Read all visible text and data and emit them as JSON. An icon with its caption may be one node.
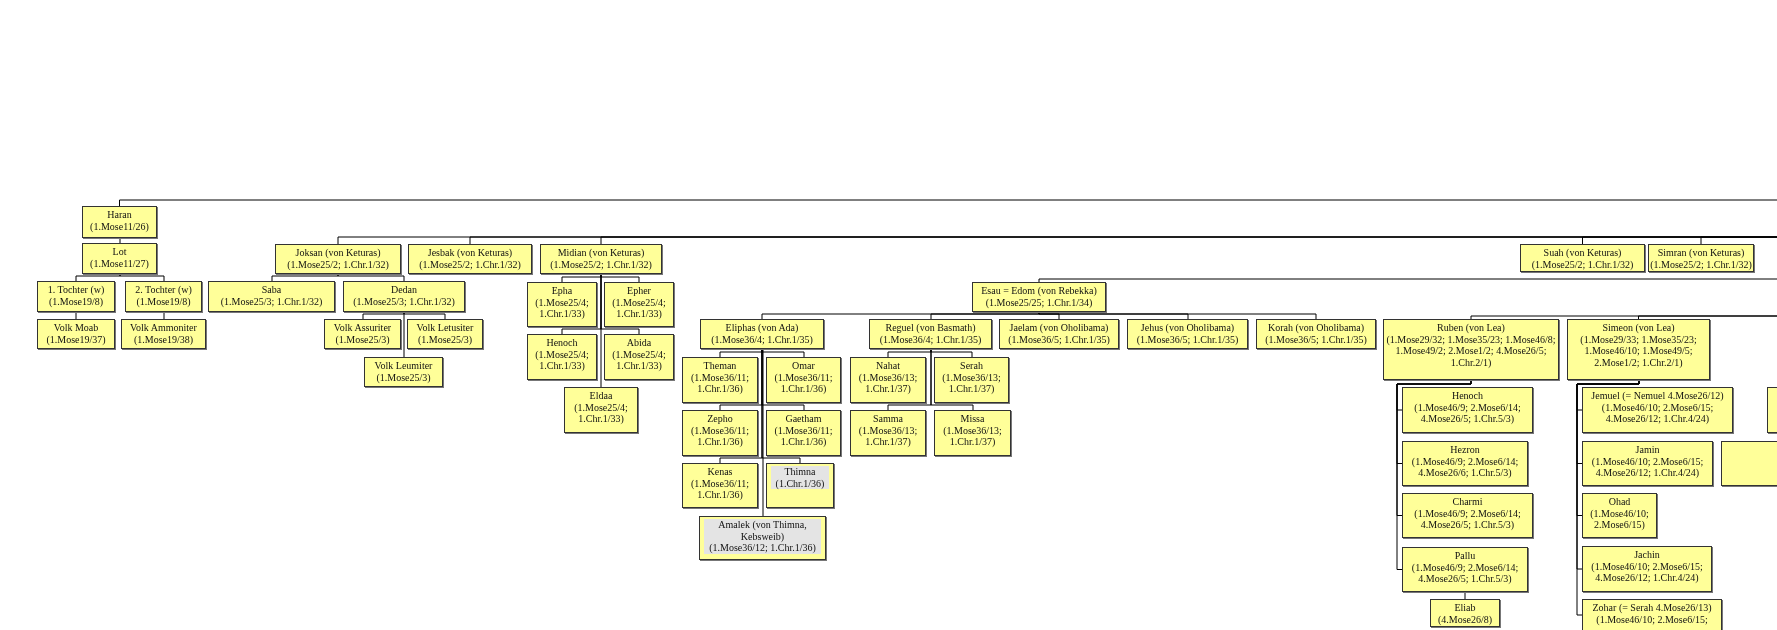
{
  "diagram": {
    "nodes": [
      {
        "text": [
          "Haran",
          "(1.Mose11/26)"
        ]
      },
      {
        "text": [
          "Lot",
          "(1.Mose11/27)"
        ]
      },
      {
        "text": [
          "1. Tochter (w)",
          "(1.Mose19/8)"
        ]
      },
      {
        "text": [
          "2. Tochter (w)",
          "(1.Mose19/8)"
        ]
      },
      {
        "text": [
          "Volk Moab",
          "(1.Mose19/37)"
        ]
      },
      {
        "text": [
          "Volk Ammoniter",
          "(1.Mose19/38)"
        ]
      },
      {
        "text": [
          "Joksan (von Keturas)",
          "(1.Mose25/2; 1.Chr.1/32)"
        ]
      },
      {
        "text": [
          "Jesbak (von Keturas)",
          "(1.Mose25/2; 1.Chr.1/32)"
        ]
      },
      {
        "text": [
          "Midian (von Keturas)",
          "(1.Mose25/2; 1.Chr.1/32)"
        ]
      },
      {
        "text": [
          "Suah (von Keturas)",
          "(1.Mose25/2; 1.Chr.1/32)"
        ]
      },
      {
        "text": [
          "Simran (von Keturas)",
          "(1.Mose25/2; 1.Chr.1/32)"
        ]
      },
      {
        "text": [
          "Saba",
          "(1.Mose25/3; 1.Chr.1/32)"
        ]
      },
      {
        "text": [
          "Dedan",
          "(1.Mose25/3; 1.Chr.1/32)"
        ]
      },
      {
        "text": [
          "Epha",
          "(1.Mose25/4; 1.Chr.1/33)"
        ]
      },
      {
        "text": [
          "Epher",
          "(1.Mose25/4; 1.Chr.1/33)"
        ]
      },
      {
        "text": [
          "Esau = Edom (von Rebekka)",
          "(1.Mose25/25; 1.Chr.1/34)"
        ]
      },
      {
        "text": [
          "Volk Assuriter",
          "(1.Mose25/3)"
        ]
      },
      {
        "text": [
          "Volk Letusiter",
          "(1.Mose25/3)"
        ]
      },
      {
        "text": [
          "Volk Leumiter",
          "(1.Mose25/3)"
        ]
      },
      {
        "text": [
          "Henoch",
          "(1.Mose25/4; 1.Chr.1/33)"
        ]
      },
      {
        "text": [
          "Abida",
          "(1.Mose25/4; 1.Chr.1/33)"
        ]
      },
      {
        "text": [
          "Eldaa",
          "(1.Mose25/4; 1.Chr.1/33)"
        ]
      },
      {
        "text": [
          "Eliphas (von Ada)",
          "(1.Mose36/4; 1.Chr.1/35)"
        ]
      },
      {
        "text": [
          "Reguel (von Basmath)",
          "(1.Mose36/4; 1.Chr.1/35)"
        ]
      },
      {
        "text": [
          "Jaelam (von Oholibama)",
          "(1.Mose36/5; 1.Chr.1/35)"
        ]
      },
      {
        "text": [
          "Jehus (von Oholibama)",
          "(1.Mose36/5; 1.Chr.1/35)"
        ]
      },
      {
        "text": [
          "Korah (von Oholibama)",
          "(1.Mose36/5; 1.Chr.1/35)"
        ]
      },
      {
        "text": [
          "Ruben (von Lea)",
          "(1.Mose29/32; 1.Mose35/23; 1.Mose46/8; 1.Mose49/2; 2.Mose1/2; 4.Mose26/5; 1.Chr.2/1)"
        ]
      },
      {
        "text": [
          "Simeon (von Lea)",
          "(1.Mose29/33; 1.Mose35/23; 1.Mose46/10; 1.Mose49/5; 2.Mose1/2; 1.Chr.2/1)"
        ]
      },
      {
        "text": [
          "Theman",
          "(1.Mose36/11; 1.Chr.1/36)"
        ]
      },
      {
        "text": [
          "Omar",
          "(1.Mose36/11; 1.Chr.1/36)"
        ]
      },
      {
        "text": [
          "Nahat",
          "(1.Mose36/13; 1.Chr.1/37)"
        ]
      },
      {
        "text": [
          "Serah",
          "(1.Mose36/13; 1.Chr.1/37)"
        ]
      },
      {
        "text": [
          "Zepho",
          "(1.Mose36/11; 1.Chr.1/36)"
        ]
      },
      {
        "text": [
          "Gaetham",
          "(1.Mose36/11; 1.Chr.1/36)"
        ]
      },
      {
        "text": [
          "Samma",
          "(1.Mose36/13; 1.Chr.1/37)"
        ]
      },
      {
        "text": [
          "Missa",
          "(1.Mose36/13; 1.Chr.1/37)"
        ]
      },
      {
        "text": [
          "Kenas",
          "(1.Mose36/11; 1.Chr.1/36)"
        ]
      },
      {
        "text": [
          "Thimna",
          "(1.Chr.1/36)"
        ]
      },
      {
        "text": [
          "Amalek (von Thimna, Kebsweib)",
          "(1.Mose36/12; 1.Chr.1/36)"
        ]
      },
      {
        "text": [
          "Henoch",
          "(1.Mose46/9; 2.Mose6/14; 4.Mose26/5; 1.Chr.5/3)"
        ]
      },
      {
        "text": [
          "Jemuel (= Nemuel 4.Mose26/12)",
          "(1.Mose46/10; 2.Mose6/15; 4.Mose26/12; 1.Chr.4/24)"
        ]
      },
      {
        "text": [],
        "shape": "box"
      },
      {
        "text": [
          "Hezron",
          "(1.Mose46/9; 2.Mose6/14; 4.Mose26/6; 1.Chr.5/3)"
        ]
      },
      {
        "text": [
          "Jamin",
          "(1.Mose46/10; 2.Mose6/15; 4.Mose26/12; 1.Chr.4/24)"
        ]
      },
      {
        "text": [],
        "shape": "box"
      },
      {
        "text": [
          "Charmi",
          "(1.Mose46/9; 2.Mose6/14; 4.Mose26/5; 1.Chr.5/3)"
        ]
      },
      {
        "text": [
          "Ohad",
          "(1.Mose46/10; 2.Mose6/15)"
        ]
      },
      {
        "text": [
          "Pallu",
          "(1.Mose46/9; 2.Mose6/14; 4.Mose26/5; 1.Chr.5/3)"
        ]
      },
      {
        "text": [
          "Jachin",
          "(1.Mose46/10; 2.Mose6/15; 4.Mose26/12; 1.Chr.4/24)"
        ]
      },
      {
        "text": [
          "Eliab",
          "(4.Mose26/8)"
        ]
      },
      {
        "text": [
          "Zohar (= Serah 4.Mose26/13)",
          "(1.Mose46/10; 2.Mose6/15;"
        ]
      }
    ],
    "edges": [
      {
        "from": null,
        "to": 0,
        "arrow": "none"
      },
      {
        "from": 0,
        "to": 1,
        "arrow": "none"
      },
      {
        "from": 1,
        "to": 2,
        "arrow": "none"
      },
      {
        "from": 1,
        "to": 3,
        "arrow": "none"
      },
      {
        "from": 2,
        "to": 4,
        "arrow": "none"
      },
      {
        "from": 3,
        "to": 5,
        "arrow": "none"
      },
      {
        "from": null,
        "to": 6,
        "arrow": "none"
      },
      {
        "from": null,
        "to": 7,
        "arrow": "none"
      },
      {
        "from": null,
        "to": 8,
        "arrow": "none"
      },
      {
        "from": null,
        "to": 9,
        "arrow": "none"
      },
      {
        "from": null,
        "to": 10,
        "arrow": "none"
      },
      {
        "from": 6,
        "to": 11,
        "arrow": "none"
      },
      {
        "from": 6,
        "to": 12,
        "arrow": "none"
      },
      {
        "from": 12,
        "to": 16,
        "arrow": "none"
      },
      {
        "from": 12,
        "to": 17,
        "arrow": "none"
      },
      {
        "from": 12,
        "to": 18,
        "arrow": "none"
      },
      {
        "from": 8,
        "to": 13,
        "arrow": "none"
      },
      {
        "from": 8,
        "to": 14,
        "arrow": "none"
      },
      {
        "from": 8,
        "to": 19,
        "arrow": "none"
      },
      {
        "from": 8,
        "to": 20,
        "arrow": "none"
      },
      {
        "from": 8,
        "to": 21,
        "arrow": "none"
      },
      {
        "from": null,
        "to": 15,
        "arrow": "none"
      },
      {
        "from": 15,
        "to": 22,
        "arrow": "none"
      },
      {
        "from": 15,
        "to": 23,
        "arrow": "none"
      },
      {
        "from": 15,
        "to": 24,
        "arrow": "none"
      },
      {
        "from": 15,
        "to": 25,
        "arrow": "none"
      },
      {
        "from": 15,
        "to": 26,
        "arrow": "none"
      },
      {
        "from": 22,
        "to": 29,
        "arrow": "none"
      },
      {
        "from": 22,
        "to": 30,
        "arrow": "none"
      },
      {
        "from": 22,
        "to": 33,
        "arrow": "none"
      },
      {
        "from": 22,
        "to": 34,
        "arrow": "none"
      },
      {
        "from": 22,
        "to": 37,
        "arrow": "none"
      },
      {
        "from": 22,
        "to": 38,
        "arrow": "none"
      },
      {
        "from": 22,
        "to": 39,
        "arrow": "none"
      },
      {
        "from": 23,
        "to": 31,
        "arrow": "none"
      },
      {
        "from": 23,
        "to": 32,
        "arrow": "none"
      },
      {
        "from": 23,
        "to": 35,
        "arrow": "none"
      },
      {
        "from": 23,
        "to": 36,
        "arrow": "none"
      },
      {
        "from": null,
        "to": 27,
        "arrow": "none"
      },
      {
        "from": null,
        "to": 28,
        "arrow": "none"
      },
      {
        "from": 27,
        "to": 40,
        "arrow": "none"
      },
      {
        "from": 27,
        "to": 43,
        "arrow": "none"
      },
      {
        "from": 27,
        "to": 46,
        "arrow": "none"
      },
      {
        "from": 27,
        "to": 48,
        "arrow": "none"
      },
      {
        "from": 48,
        "to": 50,
        "arrow": "none"
      },
      {
        "from": 28,
        "to": 41,
        "arrow": "none"
      },
      {
        "from": 28,
        "to": 44,
        "arrow": "none"
      },
      {
        "from": 28,
        "to": 47,
        "arrow": "none"
      },
      {
        "from": 28,
        "to": 49,
        "arrow": "none"
      },
      {
        "from": 28,
        "to": 51,
        "arrow": "none"
      }
    ]
  }
}
